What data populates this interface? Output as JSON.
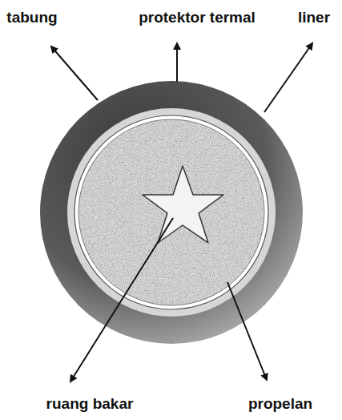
{
  "diagram": {
    "labels": [
      "tabung",
      "protektor termal",
      "liner",
      "ruang bakar",
      "propelan"
    ]
  }
}
